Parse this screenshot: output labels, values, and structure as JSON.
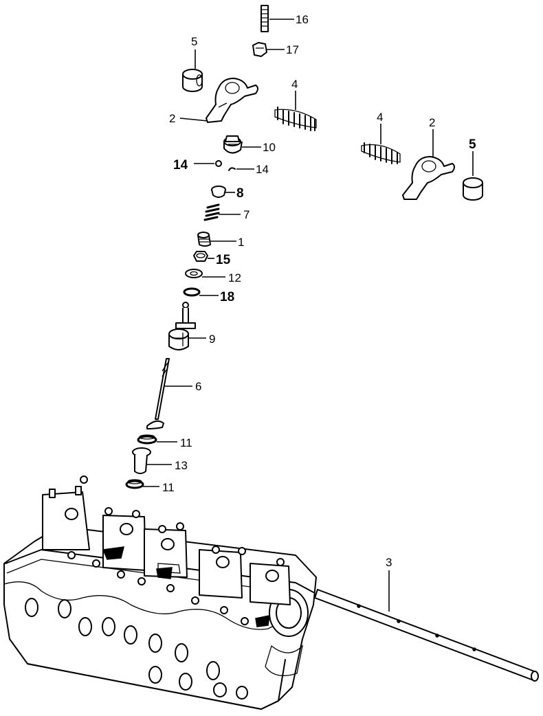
{
  "callouts": [
    {
      "id": "16a",
      "text": "16"
    },
    {
      "id": "17a",
      "text": "17"
    },
    {
      "id": "5a",
      "text": "5"
    },
    {
      "id": "4a",
      "text": "4"
    },
    {
      "id": "2a",
      "text": "2"
    },
    {
      "id": "10a",
      "text": "10"
    },
    {
      "id": "14a",
      "text": "14"
    },
    {
      "id": "14b",
      "text": "14"
    },
    {
      "id": "8a",
      "text": "8"
    },
    {
      "id": "7a",
      "text": "7"
    },
    {
      "id": "1a",
      "text": "1"
    },
    {
      "id": "15a",
      "text": "15"
    },
    {
      "id": "12a",
      "text": "12"
    },
    {
      "id": "18a",
      "text": "18"
    },
    {
      "id": "9a",
      "text": "9"
    },
    {
      "id": "6a",
      "text": "6"
    },
    {
      "id": "11a",
      "text": "11"
    },
    {
      "id": "13a",
      "text": "13"
    },
    {
      "id": "11b",
      "text": "11"
    },
    {
      "id": "3a",
      "text": "3"
    },
    {
      "id": "4b",
      "text": "4"
    },
    {
      "id": "2b",
      "text": "2"
    },
    {
      "id": "5b",
      "text": "5"
    }
  ]
}
